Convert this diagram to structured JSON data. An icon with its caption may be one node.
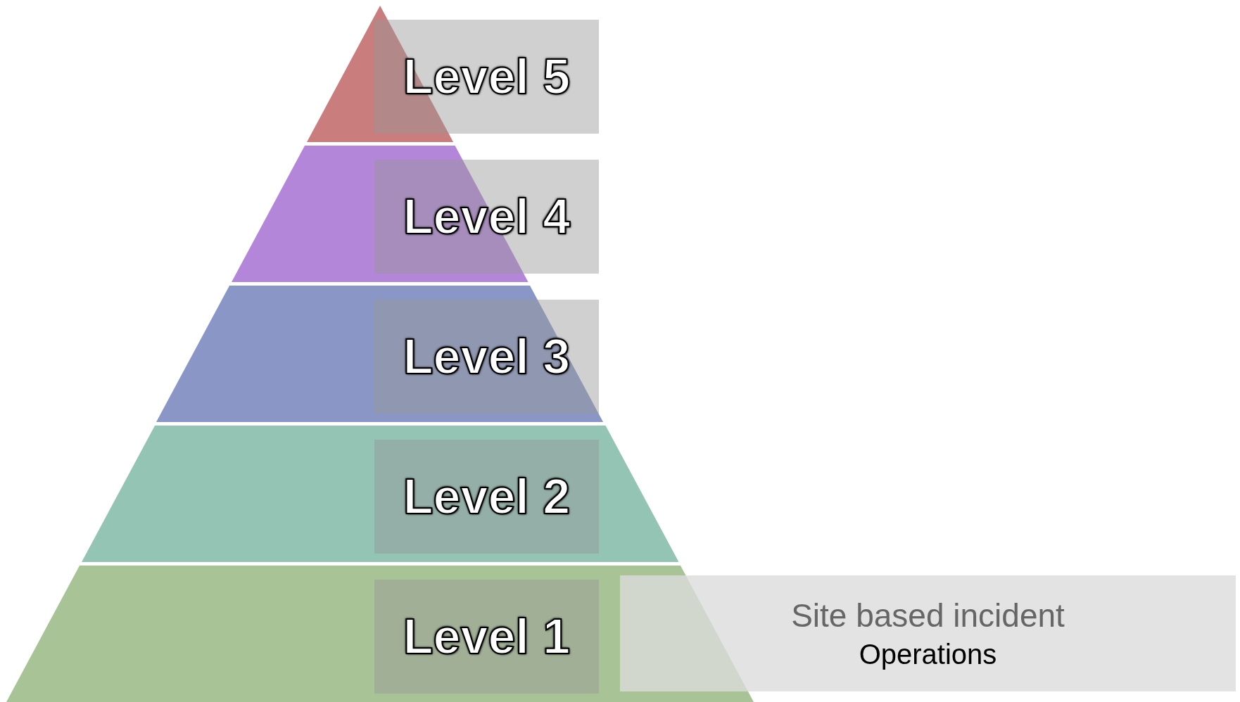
{
  "diagram": {
    "nodes": [
      {
        "text": [
          "Level 5"
        ]
      },
      {
        "text": [
          "Level 4"
        ]
      },
      {
        "text": [
          "Level 3"
        ]
      },
      {
        "text": [
          "Level 2"
        ]
      },
      {
        "text": [
          "Level 1"
        ]
      },
      {
        "text": [
          "Site based incident",
          "Operations"
        ]
      }
    ]
  }
}
